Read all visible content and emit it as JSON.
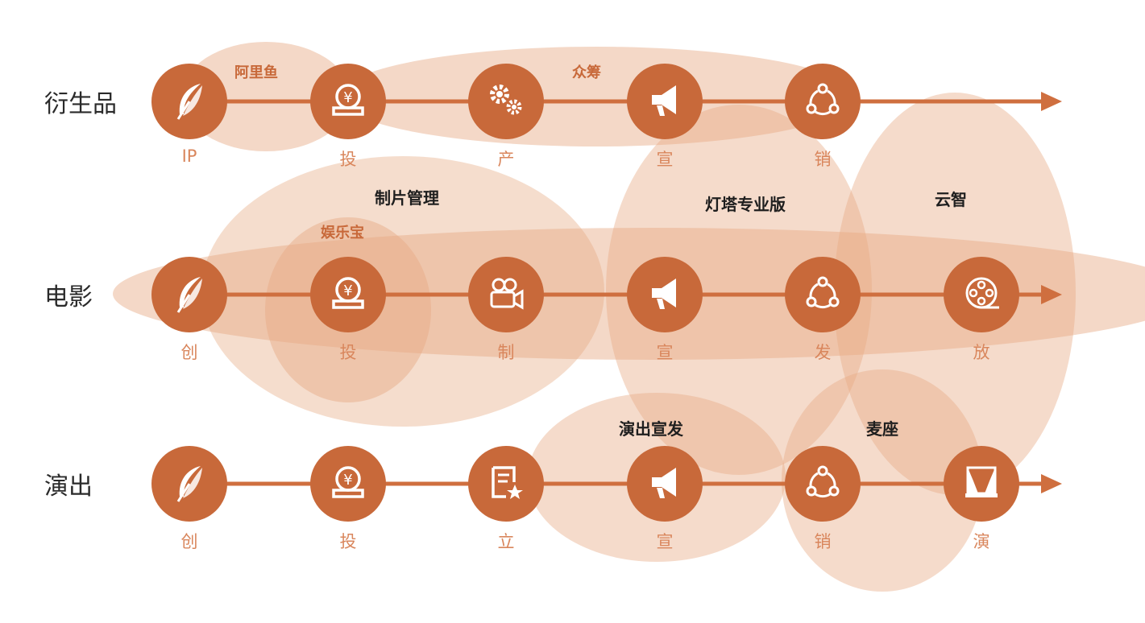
{
  "rows": [
    {
      "label": "衍生品",
      "steps": [
        {
          "label": "IP",
          "icon": "feather-icon"
        },
        {
          "label": "投",
          "icon": "yen-coin-icon"
        },
        {
          "label": "产",
          "icon": "gears-icon"
        },
        {
          "label": "宣",
          "icon": "megaphone-icon"
        },
        {
          "label": "销",
          "icon": "share-network-icon"
        }
      ]
    },
    {
      "label": "电影",
      "steps": [
        {
          "label": "创",
          "icon": "feather-icon"
        },
        {
          "label": "投",
          "icon": "yen-coin-icon"
        },
        {
          "label": "制",
          "icon": "film-camera-icon"
        },
        {
          "label": "宣",
          "icon": "megaphone-icon"
        },
        {
          "label": "发",
          "icon": "share-network-icon"
        },
        {
          "label": "放",
          "icon": "film-reel-icon"
        }
      ]
    },
    {
      "label": "演出",
      "steps": [
        {
          "label": "创",
          "icon": "feather-icon"
        },
        {
          "label": "投",
          "icon": "yen-coin-icon"
        },
        {
          "label": "立",
          "icon": "certificate-icon"
        },
        {
          "label": "宣",
          "icon": "megaphone-icon"
        },
        {
          "label": "销",
          "icon": "share-network-icon"
        },
        {
          "label": "演",
          "icon": "stage-curtain-icon"
        }
      ]
    }
  ],
  "groups": [
    {
      "name": "阿里鱼",
      "style": "accent"
    },
    {
      "name": "众筹",
      "style": "accent"
    },
    {
      "name": "制片管理",
      "style": "bold"
    },
    {
      "name": "娱乐宝",
      "style": "accent"
    },
    {
      "name": "灯塔专业版",
      "style": "bold"
    },
    {
      "name": "云智",
      "style": "bold"
    },
    {
      "name": "演出宣发",
      "style": "bold"
    },
    {
      "name": "麦座",
      "style": "bold"
    }
  ],
  "colors": {
    "node": "#c8693a",
    "line": "#cf6f3f",
    "bubble": "#e7a982",
    "step_label": "#d9865c"
  }
}
